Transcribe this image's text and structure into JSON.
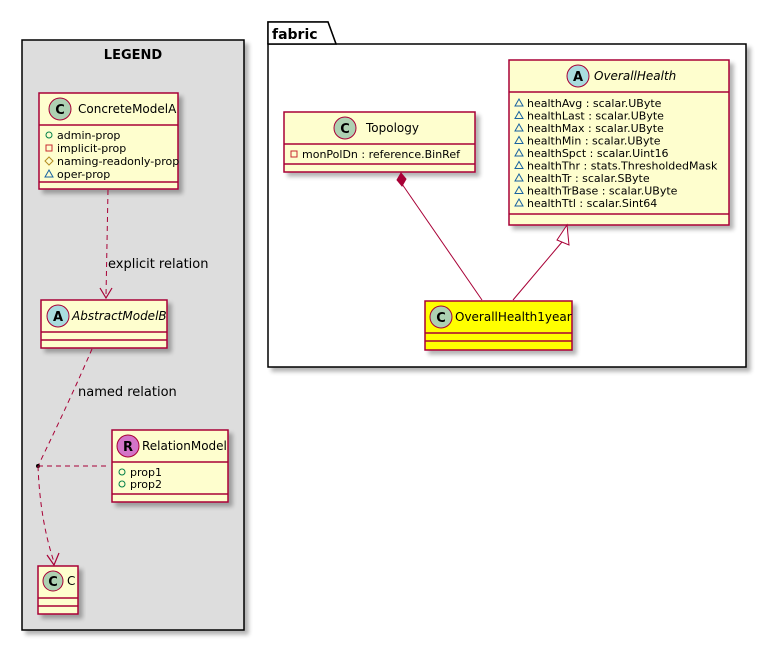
{
  "legend": {
    "title": "LEGEND",
    "concrete_model": {
      "stereotype": "C",
      "name": "ConcreteModelA",
      "members": [
        {
          "vis": "+",
          "name": "admin-prop"
        },
        {
          "vis": "-",
          "name": "implicit-prop"
        },
        {
          "vis": "#",
          "name": "naming-readonly-prop"
        },
        {
          "vis": "~",
          "name": "oper-prop"
        }
      ]
    },
    "abstract_model": {
      "stereotype": "A",
      "name": "AbstractModelB"
    },
    "relation_model": {
      "stereotype": "R",
      "name": "RelationModel",
      "members": [
        {
          "vis": "+",
          "name": "prop1"
        },
        {
          "vis": "+",
          "name": "prop2"
        }
      ]
    },
    "c_model": {
      "stereotype": "C",
      "name": "C"
    },
    "explicit_relation_label": "explicit relation",
    "named_relation_label": "named relation"
  },
  "fabric": {
    "title": "fabric",
    "topology": {
      "stereotype": "C",
      "name": "Topology",
      "members": [
        {
          "vis": "-",
          "name": "monPolDn : reference.BinRef"
        }
      ]
    },
    "overall_health": {
      "stereotype": "A",
      "name": "OverallHealth",
      "members": [
        {
          "vis": "~",
          "name": "healthAvg : scalar.UByte"
        },
        {
          "vis": "~",
          "name": "healthLast : scalar.UByte"
        },
        {
          "vis": "~",
          "name": "healthMax : scalar.UByte"
        },
        {
          "vis": "~",
          "name": "healthMin : scalar.UByte"
        },
        {
          "vis": "~",
          "name": "healthSpct : scalar.Uint16"
        },
        {
          "vis": "~",
          "name": "healthThr : stats.ThresholdedMask"
        },
        {
          "vis": "~",
          "name": "healthTr : scalar.SByte"
        },
        {
          "vis": "~",
          "name": "healthTrBase : scalar.UByte"
        },
        {
          "vis": "~",
          "name": "healthTtl : scalar.Sint64"
        }
      ]
    },
    "overall_health_1year": {
      "stereotype": "C",
      "name": "OverallHealth1year"
    }
  },
  "colors": {
    "class_fill": "#FEFECE",
    "class_border": "#A80036",
    "highlight_fill": "#FFFF00",
    "legend_bg": "#DDDDDD",
    "circle_c": "#ADD1B2",
    "circle_a": "#A9DCDF",
    "circle_r": "#D374C8",
    "edge": "#A80036"
  }
}
